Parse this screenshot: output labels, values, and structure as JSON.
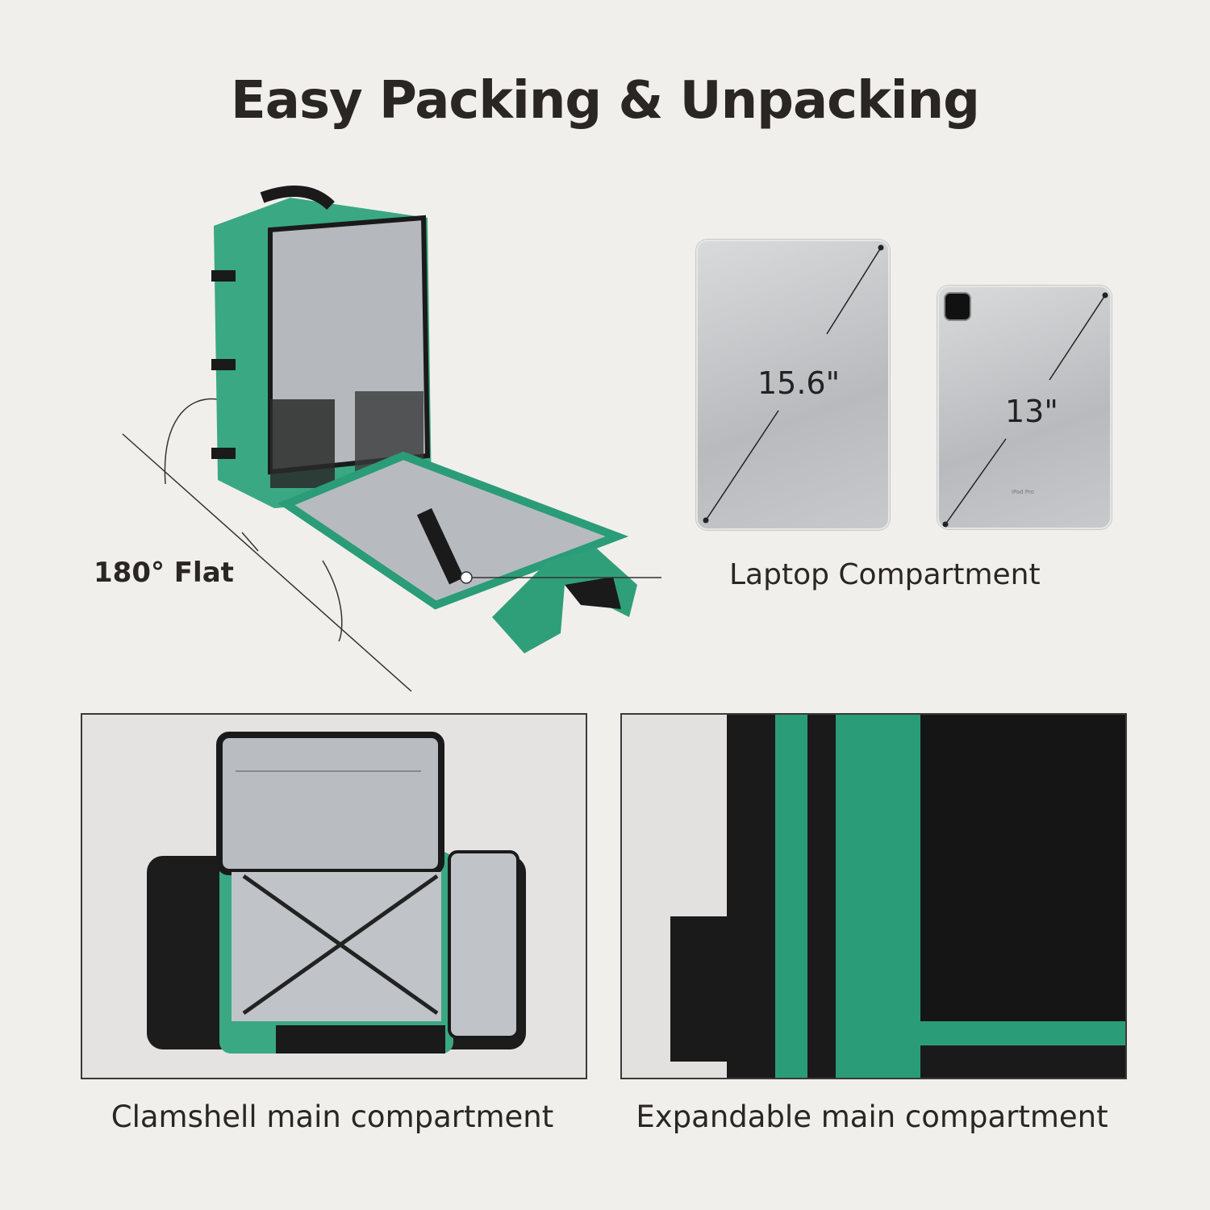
{
  "title": "Easy Packing & Unpacking",
  "callouts": {
    "flat": "180° Flat",
    "laptop": "Laptop Compartment"
  },
  "devices": {
    "laptop_size": "15.6\"",
    "tablet_size": "13\"",
    "tablet_model": "iPad Pro"
  },
  "captions": {
    "clamshell": "Clamshell main compartment",
    "expandable": "Expandable main compartment"
  },
  "colors": {
    "background": "#f1efec",
    "bag_green": "#3aa883",
    "lining_gray": "#b9bdc2",
    "text": "#2a2624"
  }
}
